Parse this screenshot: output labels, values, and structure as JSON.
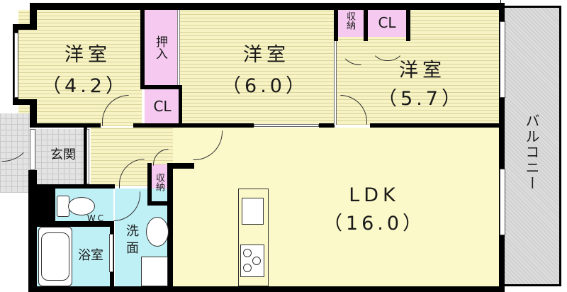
{
  "floor_plan": {
    "rooms": [
      {
        "id": "western-room-1",
        "name": "洋室",
        "size": "（4.2）"
      },
      {
        "id": "western-room-2",
        "name": "洋室",
        "size": "（6.0）"
      },
      {
        "id": "western-room-3",
        "name": "洋室",
        "size": "（5.7）"
      },
      {
        "id": "ldk",
        "name": "LDK",
        "size": "（16.0）"
      },
      {
        "id": "entrance",
        "name": "玄関"
      },
      {
        "id": "bathroom",
        "name": "浴室"
      },
      {
        "id": "washroom",
        "name": "洗面"
      },
      {
        "id": "toilet",
        "name": "WC"
      },
      {
        "id": "balcony",
        "name": "バルコニー"
      }
    ],
    "storage": {
      "oshiire": "押入",
      "closet_1": "CL",
      "closet_2": "CL",
      "shuno_top": "収納",
      "shuno_hall": "収納"
    },
    "colors": {
      "wood_floor": "#f7f3c4",
      "ldk_floor": "#fbf9c9",
      "storage": "#f6c9f0",
      "wet_area": "#bff0f5",
      "tile": "#e3e3e3",
      "balcony": "#dcdcdc",
      "wall": "#000000"
    }
  }
}
